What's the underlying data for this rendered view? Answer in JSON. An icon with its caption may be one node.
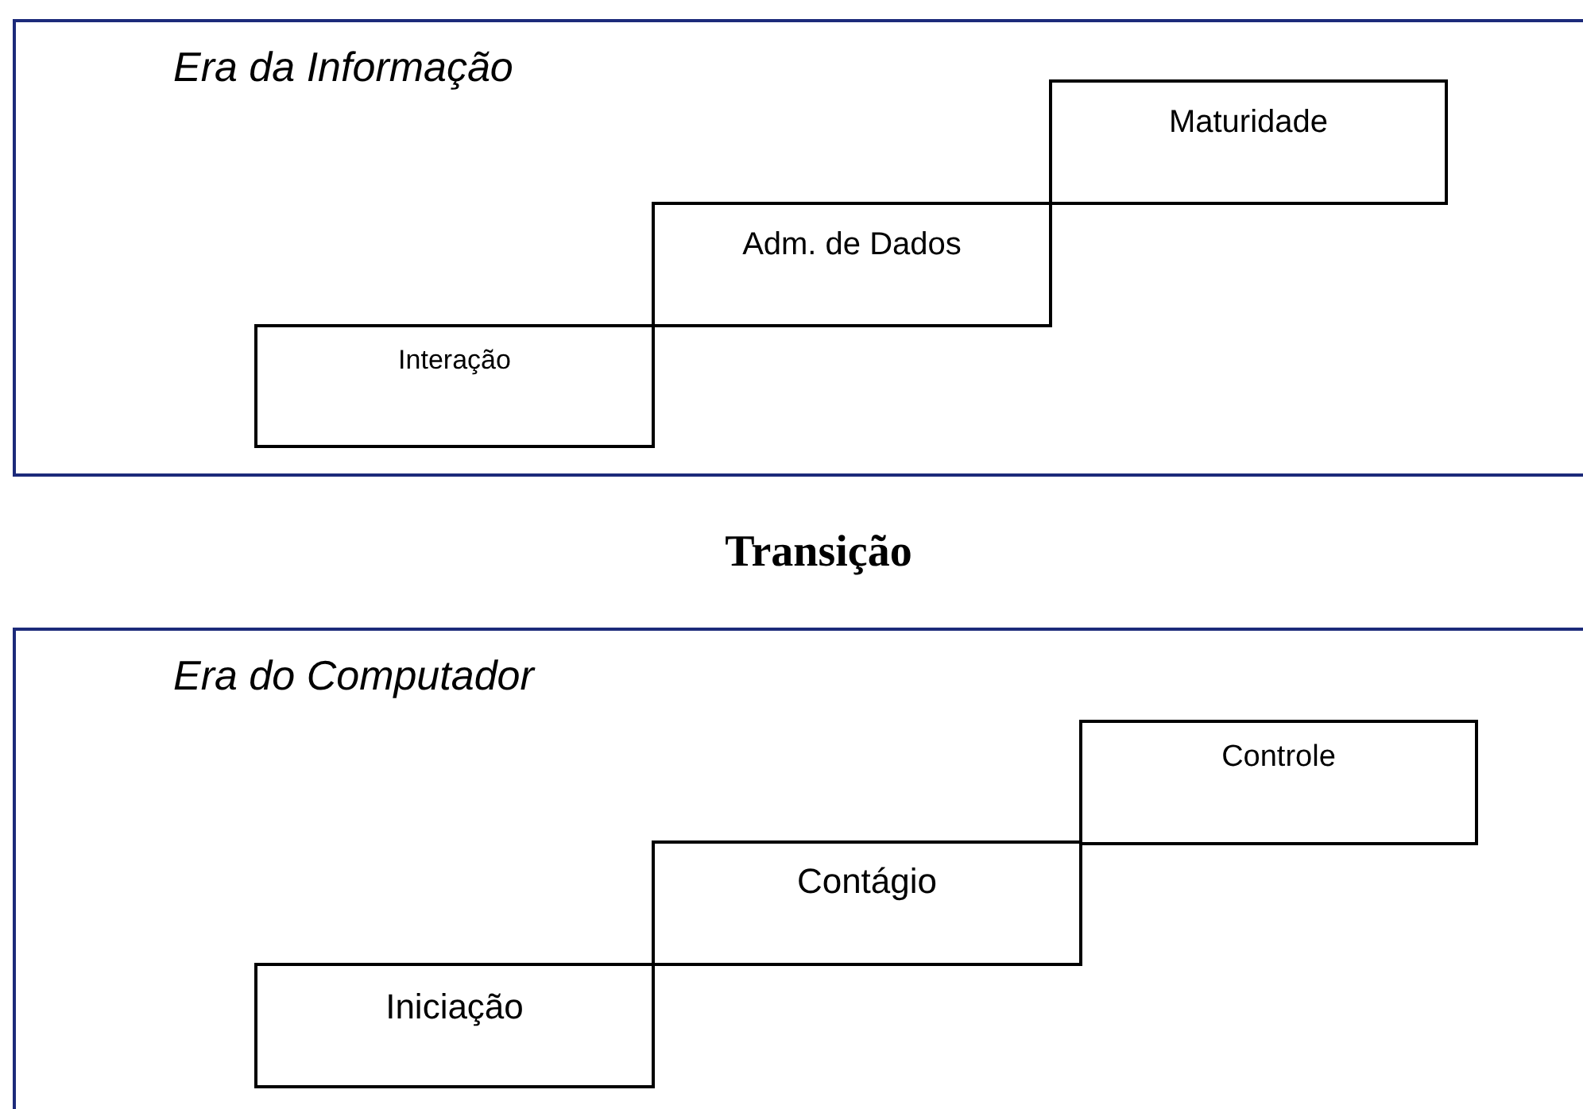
{
  "diagram": {
    "nodes": [
      {
        "text": [
          "Era da Informação"
        ]
      },
      {
        "text": [
          "Interação"
        ],
        "in": 0
      },
      {
        "text": [
          "Adm. de Dados"
        ],
        "in": 0
      },
      {
        "text": [
          "Maturidade"
        ],
        "in": 0
      },
      {
        "text": [
          "Era do Computador"
        ]
      },
      {
        "text": [
          "Iniciação"
        ],
        "in": 4
      },
      {
        "text": [
          "Contágio"
        ],
        "in": 4
      },
      {
        "text": [
          "Controle"
        ],
        "in": 4
      }
    ],
    "labels": [
      "Transição"
    ]
  }
}
